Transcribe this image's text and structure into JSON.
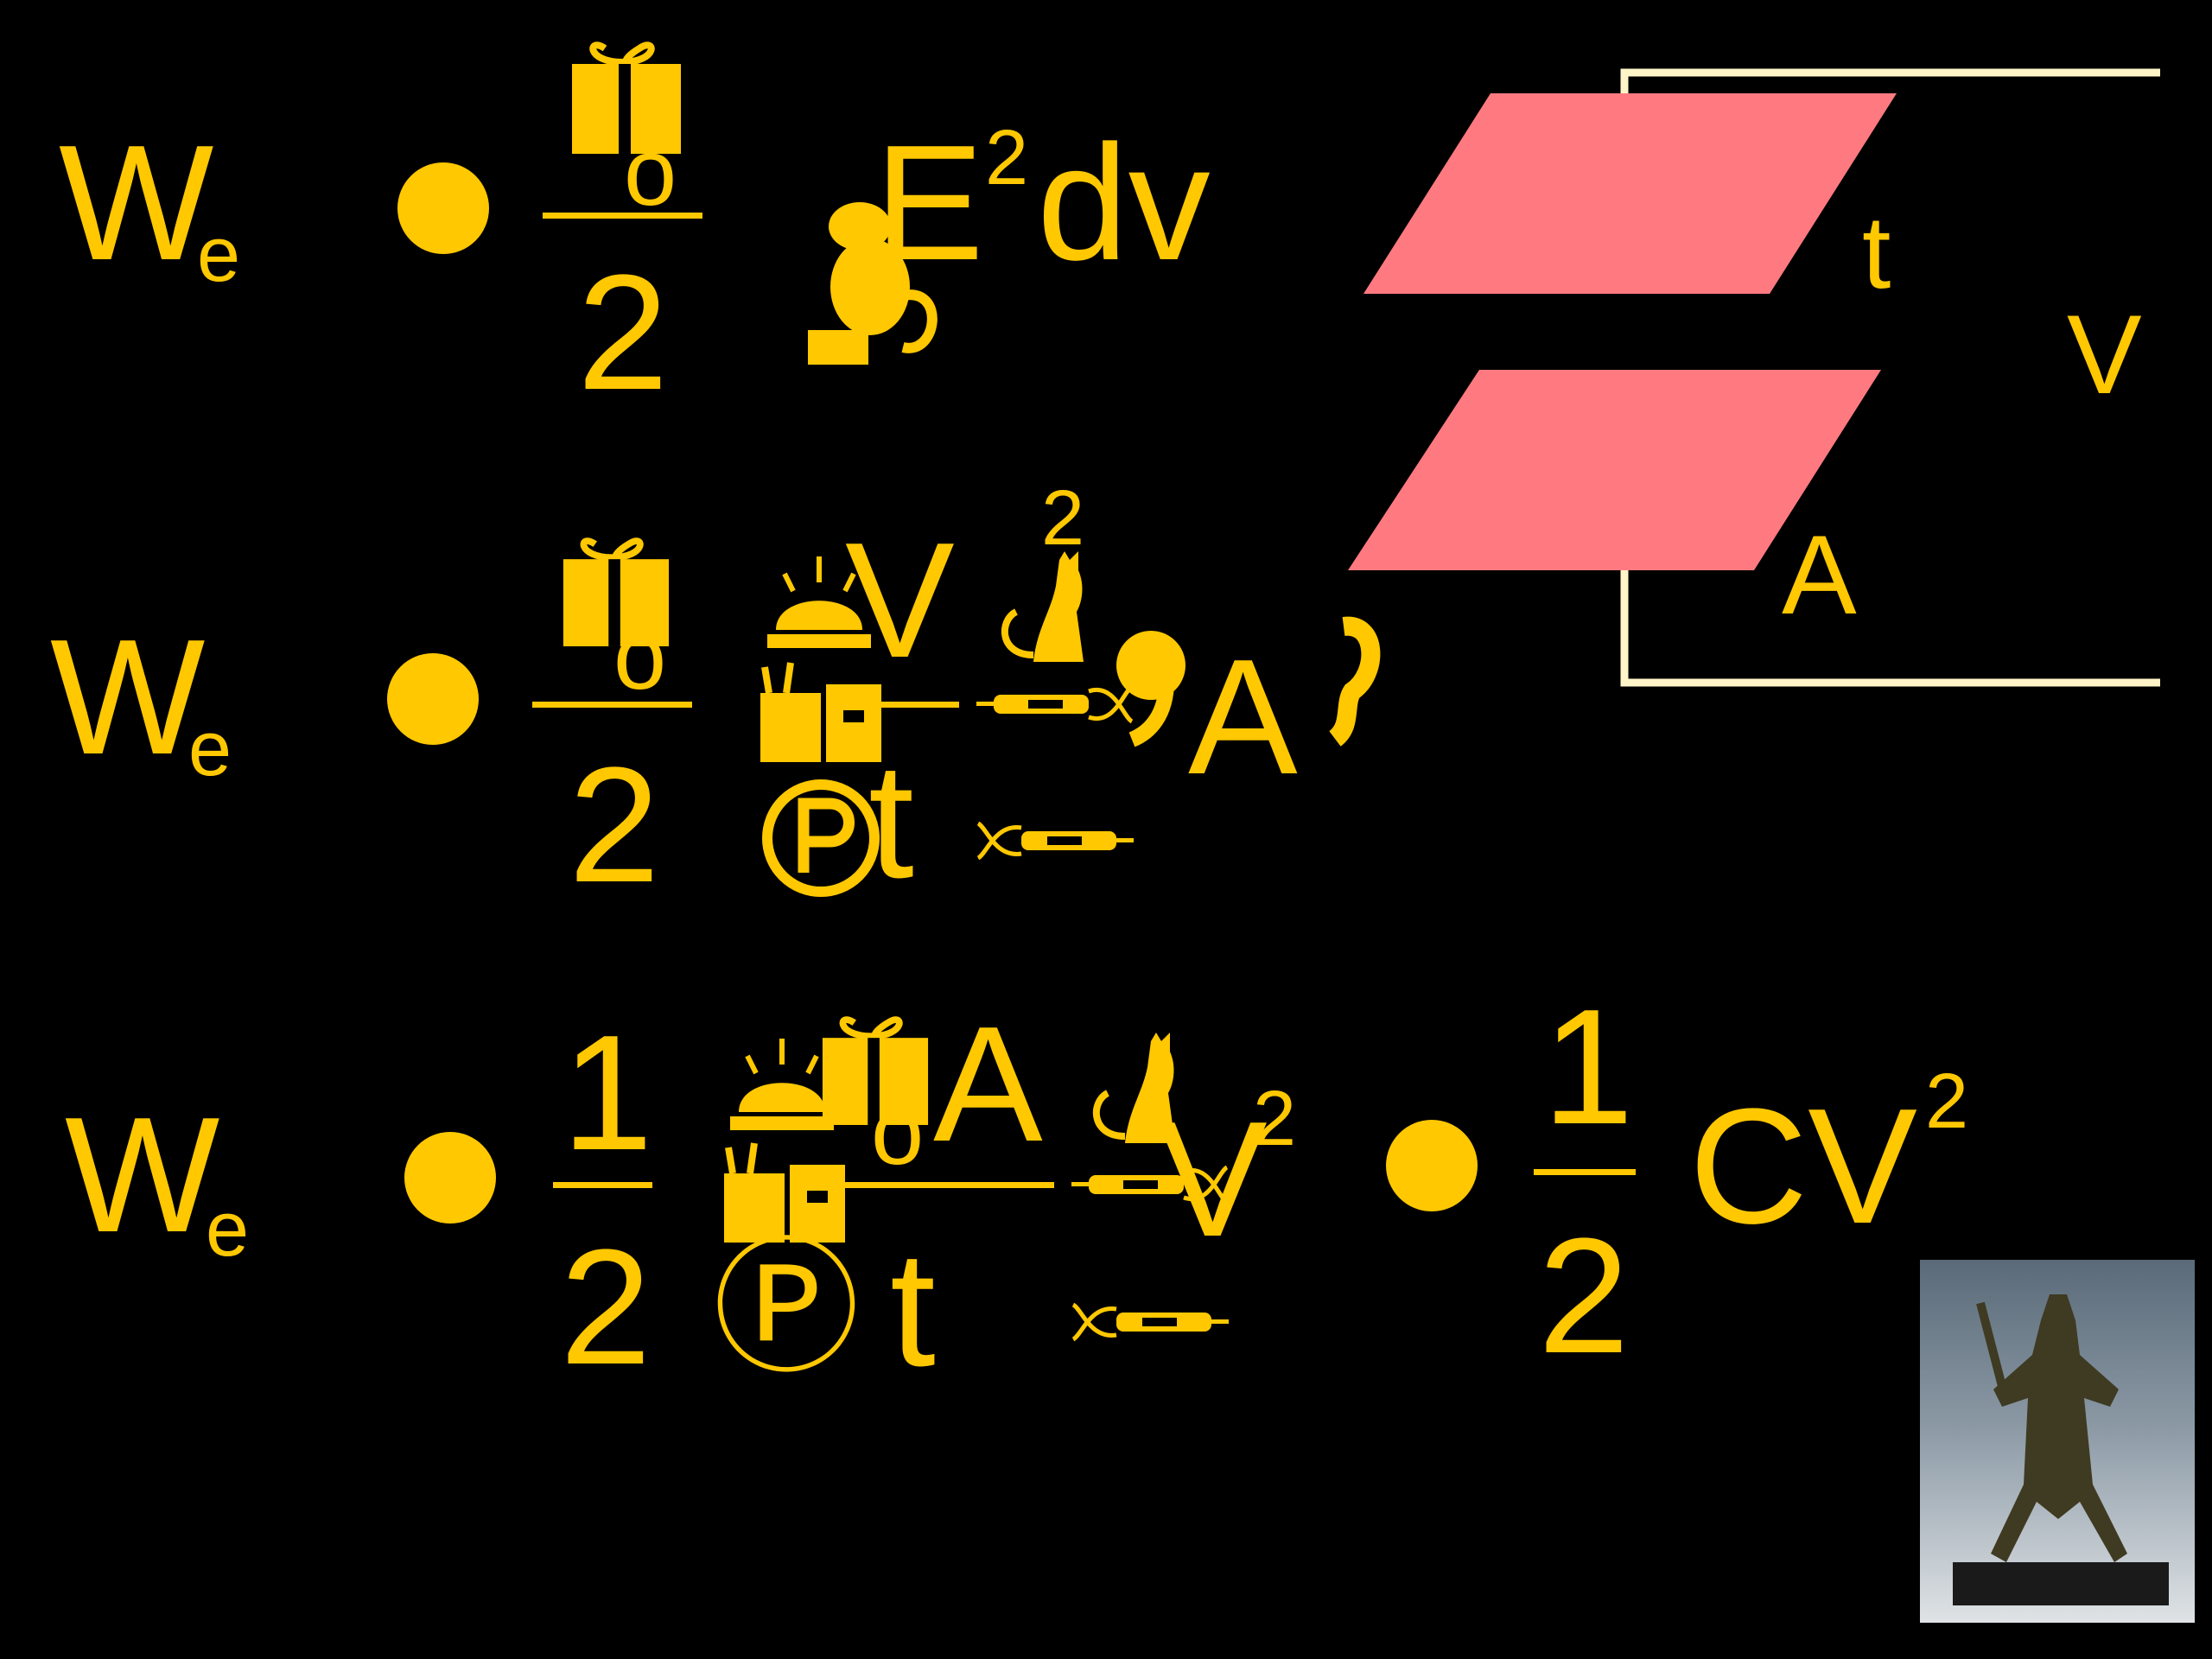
{
  "colors": {
    "glyph": "#FFC800",
    "plate": "#FF7A80",
    "wire": "#FFF5C8",
    "background": "#000000"
  },
  "eq1": {
    "w": "W",
    "e": "e",
    "den": "2",
    "num_o": "o",
    "e2": "E",
    "sup2": "2",
    "dv": "dv",
    "icons": [
      "gift-icon",
      "chipmunk-icon"
    ]
  },
  "eq2": {
    "w": "W",
    "e": "e",
    "den": "2",
    "num_o": "o",
    "v": "V",
    "sup2": "2",
    "a": "A",
    "t": "t",
    "icons": [
      "gift-icon",
      "service-bell-icon",
      "cat-icon",
      "shopping-bags-icon",
      "fountain-pen-icon",
      "circled-p-symbol",
      "open-quote-glyph",
      "close-quote-glyph"
    ]
  },
  "eq3": {
    "w": "W",
    "e": "e",
    "one": "1",
    "two": "2",
    "num_o": "o",
    "a": "A",
    "v": "V",
    "sup2": "2",
    "t": "t",
    "one_b": "1",
    "two_b": "2",
    "cv": "CV",
    "sup2_b": "2",
    "p_symbol": "Ⓟ",
    "icons": [
      "gift-icon",
      "service-bell-icon",
      "cat-icon",
      "shopping-bags-icon",
      "fountain-pen-icon"
    ]
  },
  "diagram": {
    "t_label": "t",
    "v_label": "V",
    "a_label": "A"
  },
  "photo": {
    "subject": "bronze-figurine-photo"
  }
}
